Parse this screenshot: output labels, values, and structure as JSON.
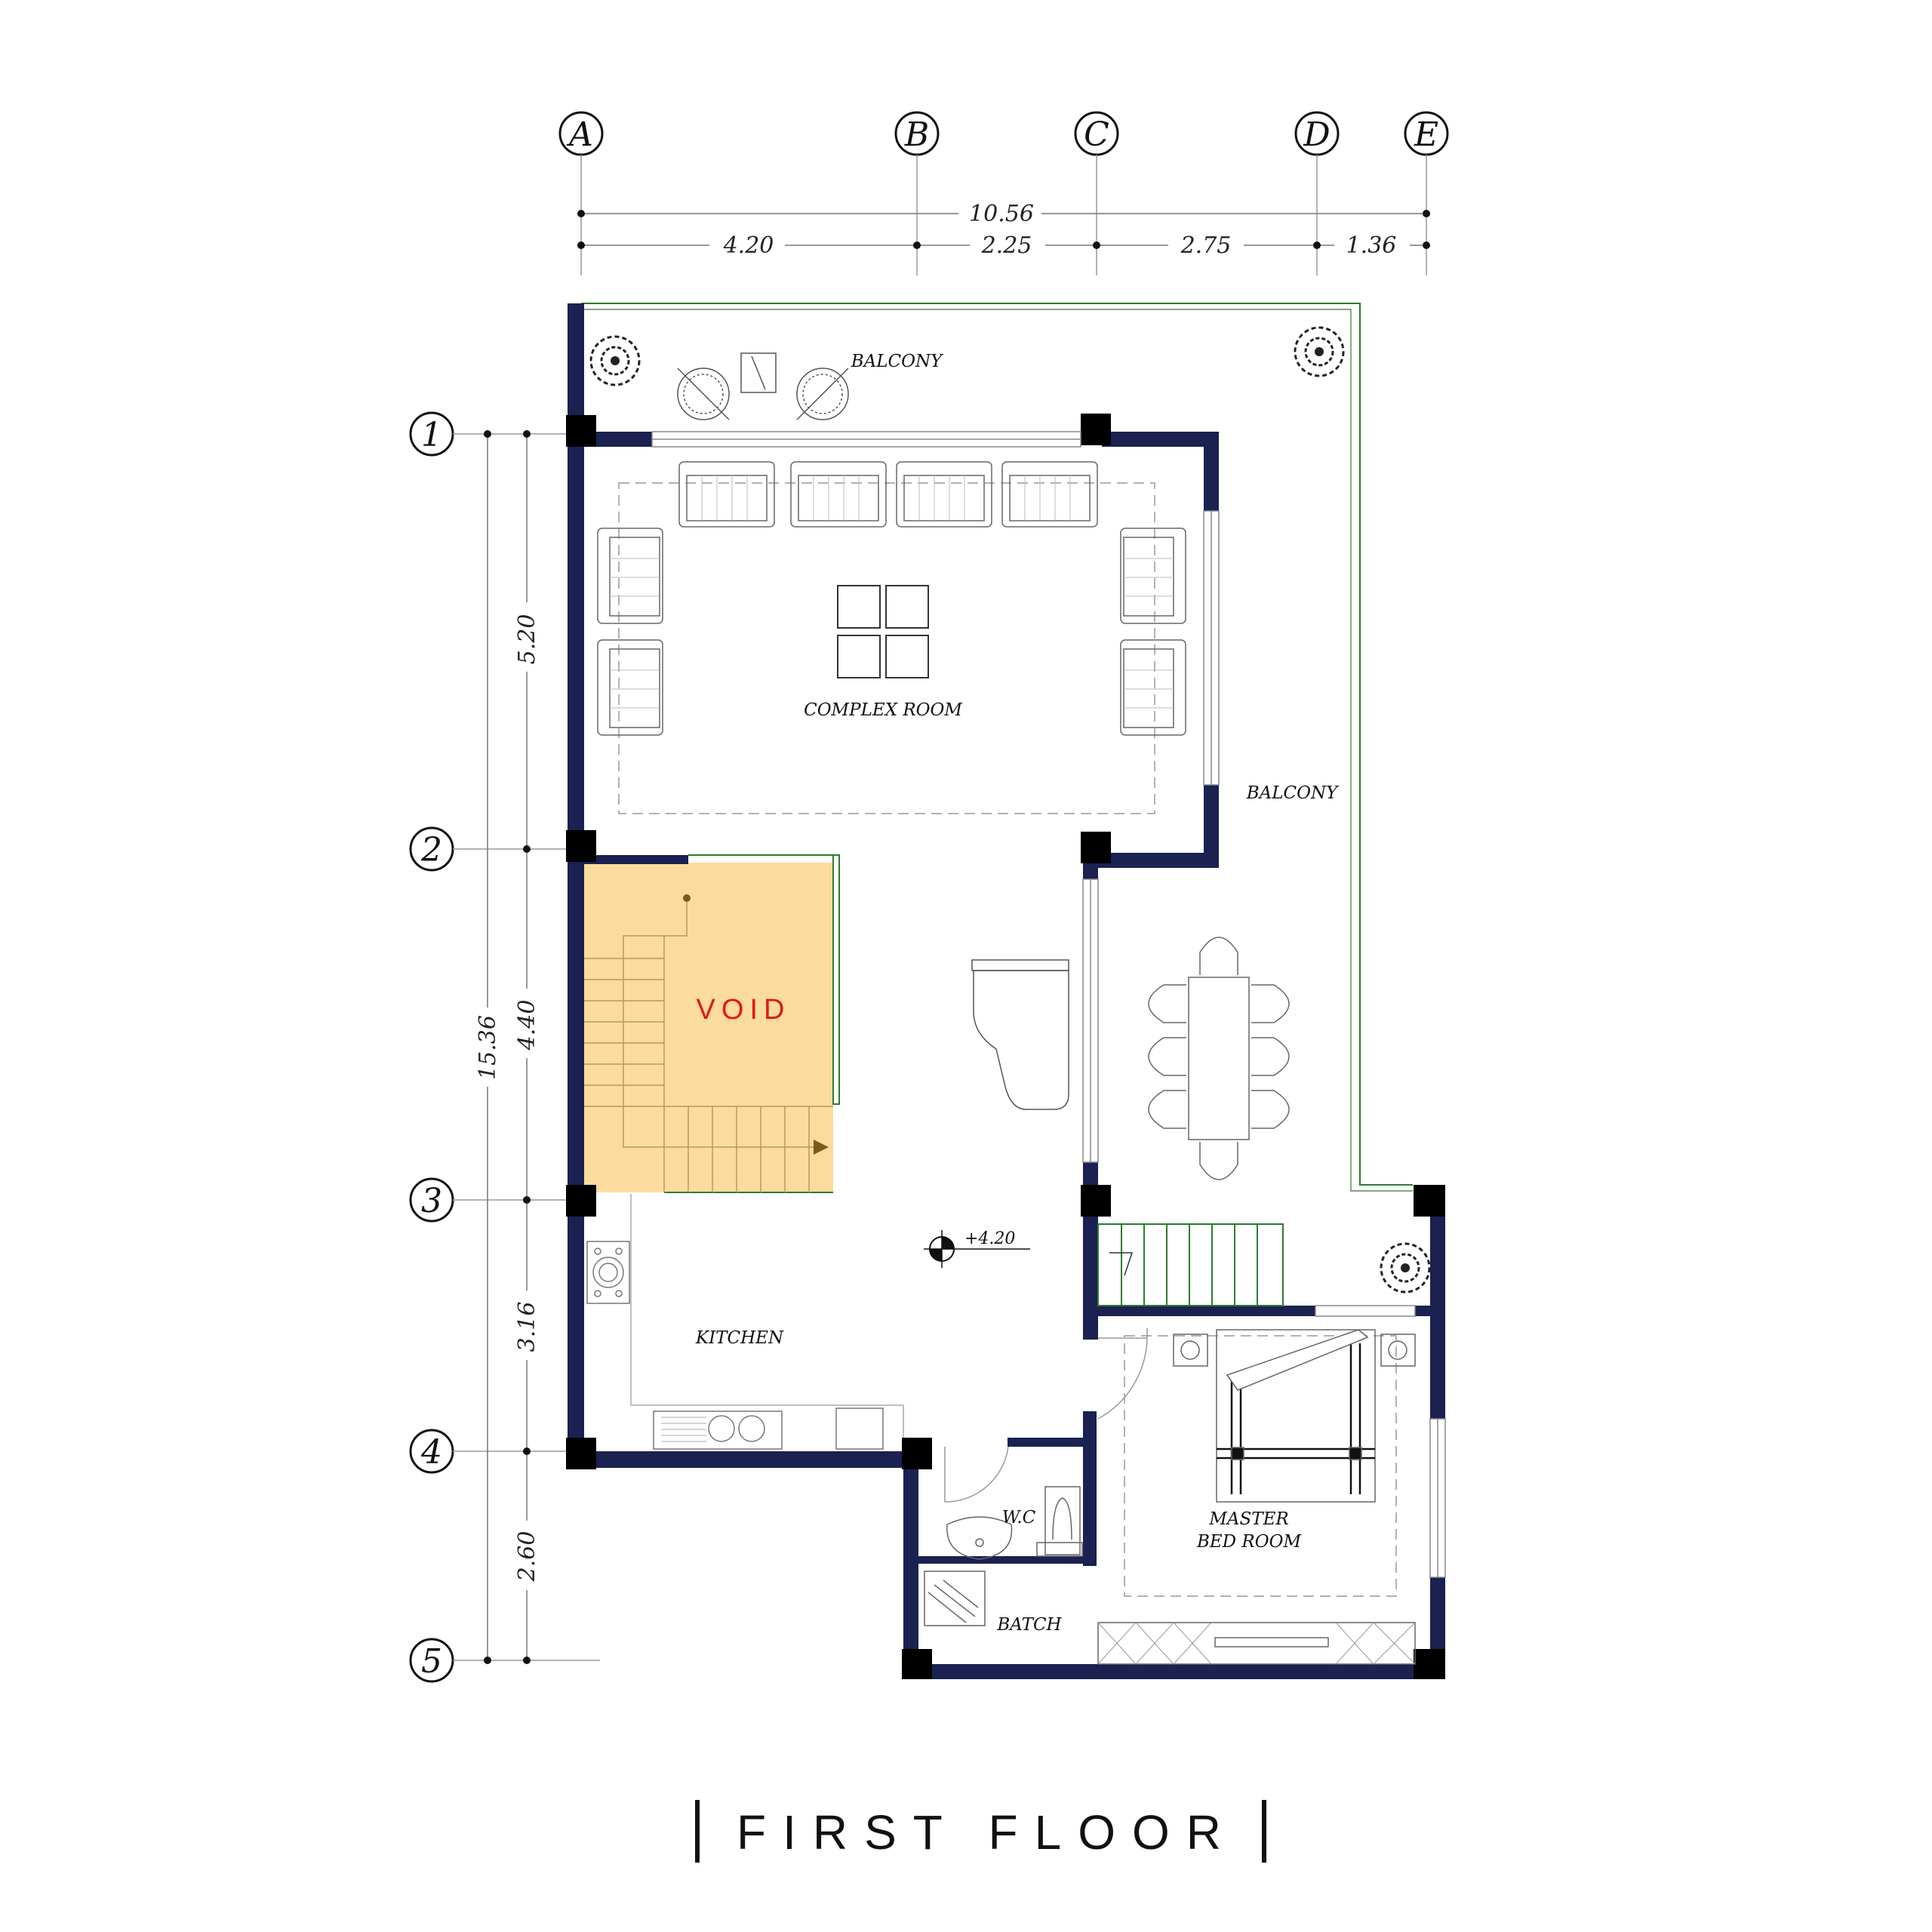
{
  "grid_columns": [
    "A",
    "B",
    "C",
    "D",
    "E"
  ],
  "grid_rows": [
    "1",
    "2",
    "3",
    "4",
    "5"
  ],
  "dims_horizontal": {
    "overall": "10.56",
    "segments": [
      "4.20",
      "2.25",
      "2.75",
      "1.36"
    ]
  },
  "dims_vertical": {
    "overall": "15.36",
    "segments": [
      "5.20",
      "4.40",
      "3.16",
      "2.60"
    ]
  },
  "rooms": {
    "balcony_top": "BALCONY",
    "balcony_right": "BALCONY",
    "complex_room": "COMPLEX ROOM",
    "void": "VOID",
    "kitchen": "KITCHEN",
    "wc": "W.C",
    "bath": "BATCH",
    "master_line1": "MASTER",
    "master_line2": "BED ROOM"
  },
  "level_mark": "+4.20",
  "title": "FIRST FLOOR",
  "colors": {
    "wall": "#1b2150",
    "column": "#000000",
    "void_fill": "#fbdc9e",
    "void_text": "#e0191b",
    "railing": "#2f7a2f",
    "furniture": "#555555"
  }
}
